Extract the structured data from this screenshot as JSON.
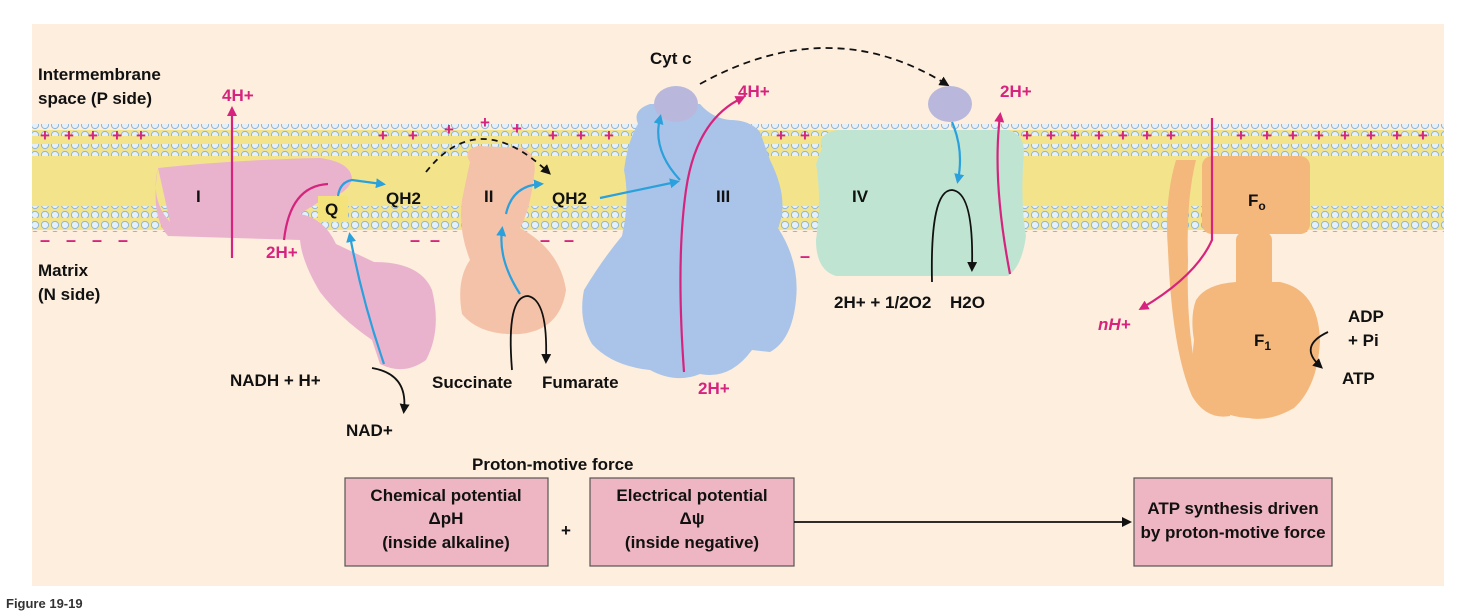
{
  "regions": {
    "intermembrane_line1": "Intermembrane",
    "intermembrane_line2": "space (P side)",
    "matrix_line1": "Matrix",
    "matrix_line2": "(N side)"
  },
  "complexes": {
    "I": "I",
    "II": "II",
    "III": "III",
    "IV": "IV",
    "Fo": "Fo",
    "F1": "F1"
  },
  "labels": {
    "Q": "Q",
    "QH2": "QH2",
    "cyt_c": "Cyt c",
    "protons_4H_I": "4H+",
    "protons_4H_III": "4H+",
    "protons_2H_IV": "2H+",
    "protons_2H_I_in": "2H+",
    "protons_2H_III_in": "2H+",
    "nH": "nH+",
    "nadh": "NADH + H+",
    "nad": "NAD+",
    "succinate": "Succinate",
    "fumarate": "Fumarate",
    "oxygen": "2H+ + 1/2O2",
    "water": "H2O",
    "adp": "ADP",
    "pi": "+ Pi",
    "atp": "ATP",
    "plus_sign": "+",
    "minus_sign": "–"
  },
  "pmf": {
    "title": "Proton-motive force",
    "chemical": [
      "Chemical potential",
      "ΔpH",
      "(inside alkaline)"
    ],
    "plus": "+",
    "electrical": [
      "Electrical potential",
      "Δψ",
      "(inside negative)"
    ],
    "result": [
      "ATP synthesis driven",
      "by proton-motive force"
    ]
  },
  "caption": "Figure 19-19",
  "colors": {
    "background": "#fdeedd",
    "membrane": "#f3e48c",
    "complex_I": "#eab3cd",
    "complex_II": "#f4c2a8",
    "complex_III": "#a9c4e8",
    "complex_IV": "#bfe4d2",
    "atp_synthase": "#f4b77c",
    "cyt_c": "#b9b8dc",
    "proton_arrow": "#d6247e",
    "electron_arrow": "#2aa0dc",
    "box_fill": "#eeb6c2"
  }
}
